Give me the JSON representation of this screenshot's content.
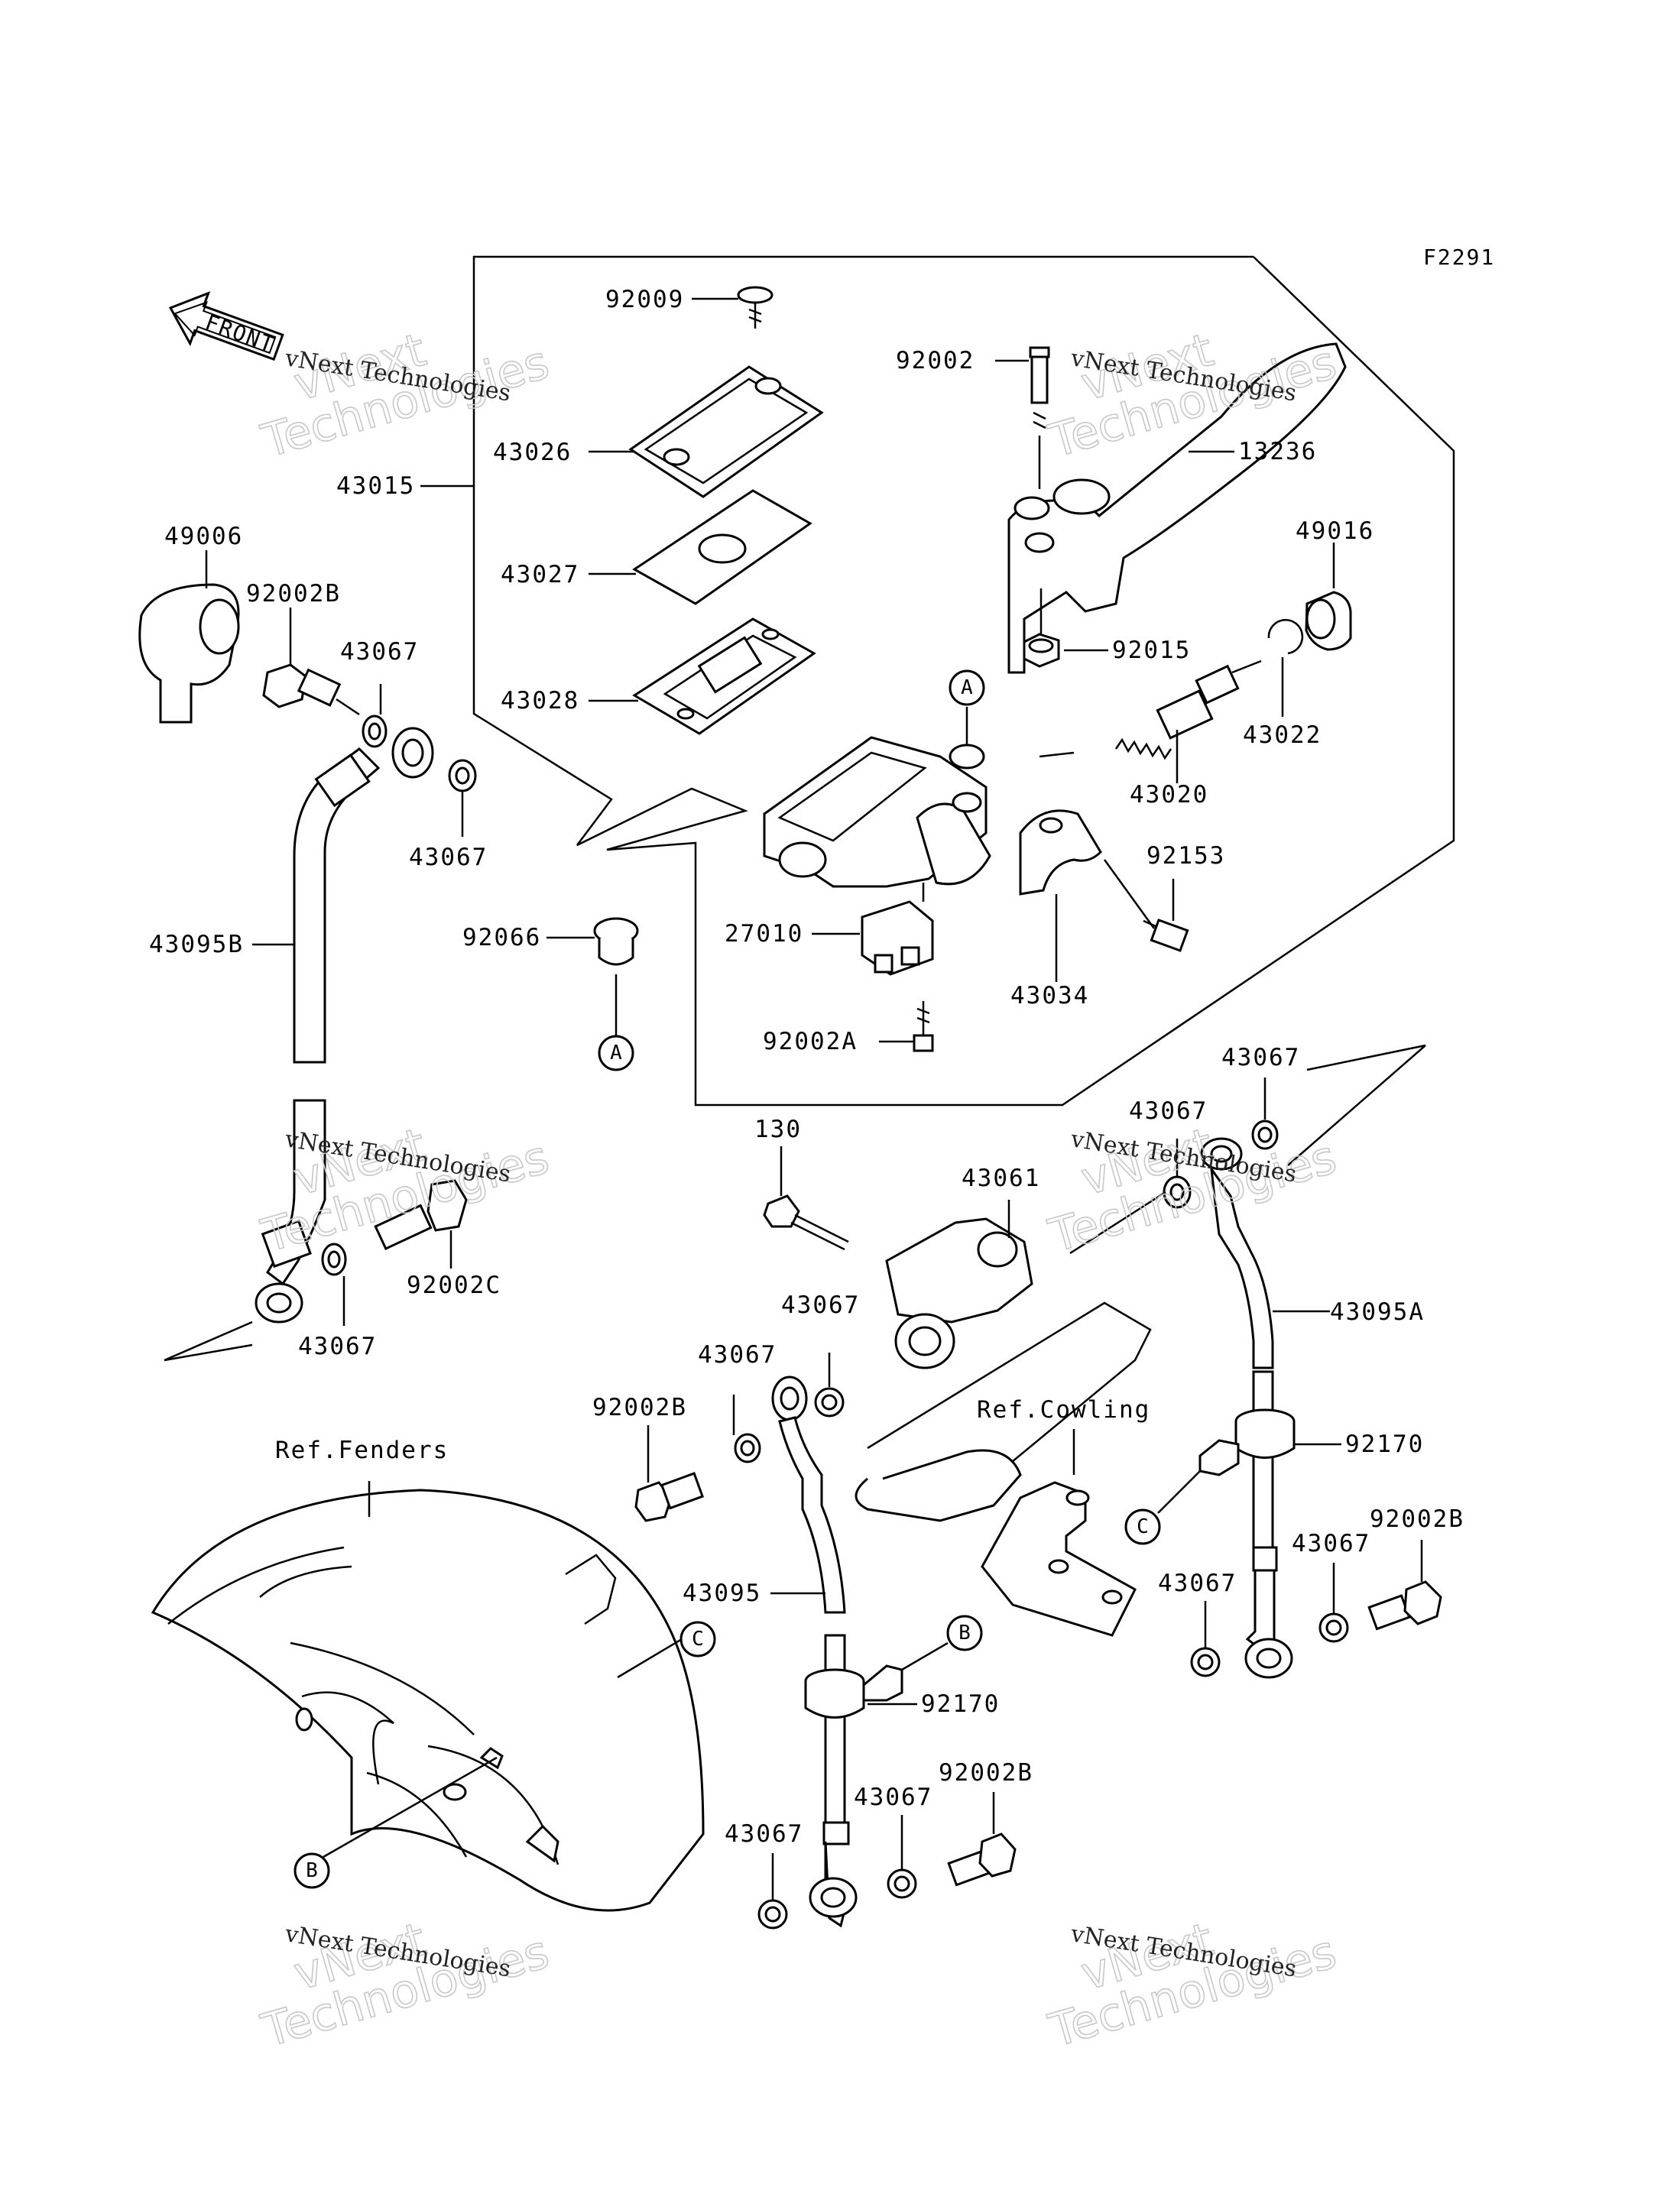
{
  "figure_code": "F2291",
  "front_marker": "FRONT",
  "watermark": {
    "brand": "vNext",
    "company": "Technologies",
    "caption": "vNext Technologies"
  },
  "part_labels": {
    "p92009": "92009",
    "p43026": "43026",
    "p43015": "43015",
    "p43027": "43027",
    "p43028": "43028",
    "p49006": "49006",
    "p92002B_top": "92002B",
    "p43067_a": "43067",
    "p43067_b": "43067",
    "p43095B": "43095B",
    "p92066": "92066",
    "p92002": "92002",
    "p13236": "13236",
    "p49016": "49016",
    "p92015": "92015",
    "p43022": "43022",
    "p43020": "43020",
    "p92153": "92153",
    "p27010": "27010",
    "p43034": "43034",
    "p92002A": "92002A",
    "p43067_c": "43067",
    "p43067_d": "43067",
    "p130": "130",
    "p43061": "43061",
    "p43095A": "43095A",
    "p92002C": "92002C",
    "p43067_e": "43067",
    "p43067_f": "43067",
    "p43067_g": "43067",
    "p92002B_mid": "92002B",
    "ref_cowling": "Ref.Cowling",
    "p92170_right": "92170",
    "ref_fenders": "Ref.Fenders",
    "p92002B_right": "92002B",
    "p43067_h": "43067",
    "p43067_i": "43067",
    "p43095": "43095",
    "p92170_mid": "92170",
    "p92002B_bottom": "92002B",
    "p43067_j": "43067",
    "p43067_k": "43067"
  },
  "callouts": {
    "a1": "A",
    "a2": "A",
    "b1": "B",
    "b2": "B",
    "c1": "C",
    "c2": "C"
  }
}
